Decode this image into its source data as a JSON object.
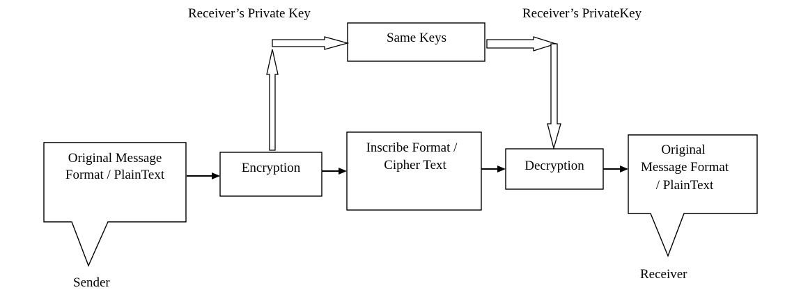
{
  "labels": {
    "sender_private_key": "Receiver’s Private Key",
    "receiver_private_key": "Receiver’s PrivateKey",
    "sender": "Sender",
    "receiver": "Receiver"
  },
  "nodes": {
    "original_message_sender": [
      "Original Message",
      "Format / PlainText"
    ],
    "encryption": [
      "Encryption"
    ],
    "same_keys": [
      "Same Keys"
    ],
    "cipher_text": [
      "Inscribe Format /",
      "Cipher Text"
    ],
    "decryption": [
      "Decryption"
    ],
    "original_message_receiver": [
      "Original",
      "Message Format",
      "/ PlainText"
    ]
  }
}
